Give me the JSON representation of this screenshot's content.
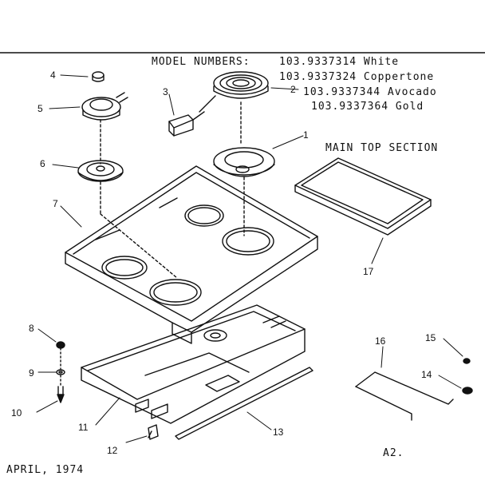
{
  "header": {
    "model_label": "MODEL NUMBERS:",
    "models": [
      "103.9337314 White",
      "103.9337324 Coppertone",
      "103.9337344 Avocado",
      "103.9337364 Gold"
    ]
  },
  "section_title": "MAIN TOP SECTION",
  "part_numbers": [
    "1",
    "2",
    "3",
    "4",
    "5",
    "6",
    "7",
    "8",
    "9",
    "10",
    "11",
    "12",
    "13",
    "14",
    "15",
    "16",
    "17"
  ],
  "footer": {
    "date": "APRIL, 1974",
    "page": "A2."
  }
}
